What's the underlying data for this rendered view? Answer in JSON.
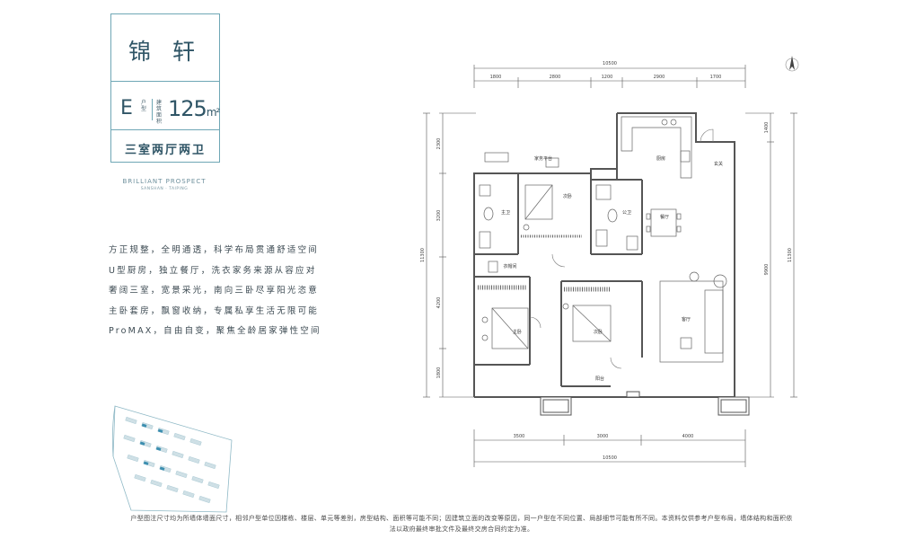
{
  "title_card": {
    "name": "锦 轩",
    "type_letter": "E",
    "type_sub": "户型",
    "area_sub": "建筑面积",
    "area_number": "125",
    "area_unit": "m²",
    "layout": "三室两厅两卫"
  },
  "brand": {
    "name_en": "BRILLIANT PROSPECT",
    "sub": "SANSHAN · TAIPING"
  },
  "description_lines": [
    "方正规整，全明通透，科学布局贯通舒适空间",
    "U型厨房，独立餐厅，洗衣家务来源从容应对",
    "奢阔三室，宽景采光，南向三卧尽享阳光恣意",
    "主卧套房，飘窗收纳，专属私享生活无限可能",
    "ProMAX，自由自变，聚焦全龄居家弹性空间"
  ],
  "plan": {
    "dims_top_total": "10500",
    "dims_top": [
      "1800",
      "2800",
      "1200",
      "2900",
      "1700"
    ],
    "dims_bottom": [
      "3500",
      "3000",
      "4000"
    ],
    "dims_bottom_total": "10500",
    "dims_left": [
      "2300",
      "3200",
      "4200",
      "1800"
    ],
    "dims_left_total": "11300",
    "dims_right": [
      "1400",
      "9900"
    ],
    "dims_right_total": "11300",
    "rooms": {
      "laundry": "家务平台",
      "kitchen": "厨房",
      "entry": "玄关",
      "bedroom_nw": "次卧",
      "master_bath": "主卫",
      "public_bath": "公卫",
      "dining": "餐厅",
      "cloakroom": "衣帽间",
      "master_bedroom": "主卧",
      "bedroom_s": "次卧",
      "living": "客厅",
      "balcony": "阳台"
    }
  },
  "disclaimer_lines": [
    "户型图注尺寸均为所墙体墙面尺寸，相邻户型单位因楼栋、楼层、单元等差别，房型结构、面积等可能不同；因建筑立面的改变等原因，同一户型在不同位置、局部细节可能有所不同。本资料仅供参考户型布局，墙体结构和面积依",
    "法以政府最终审批文件及最终交房合同约定为准。"
  ]
}
